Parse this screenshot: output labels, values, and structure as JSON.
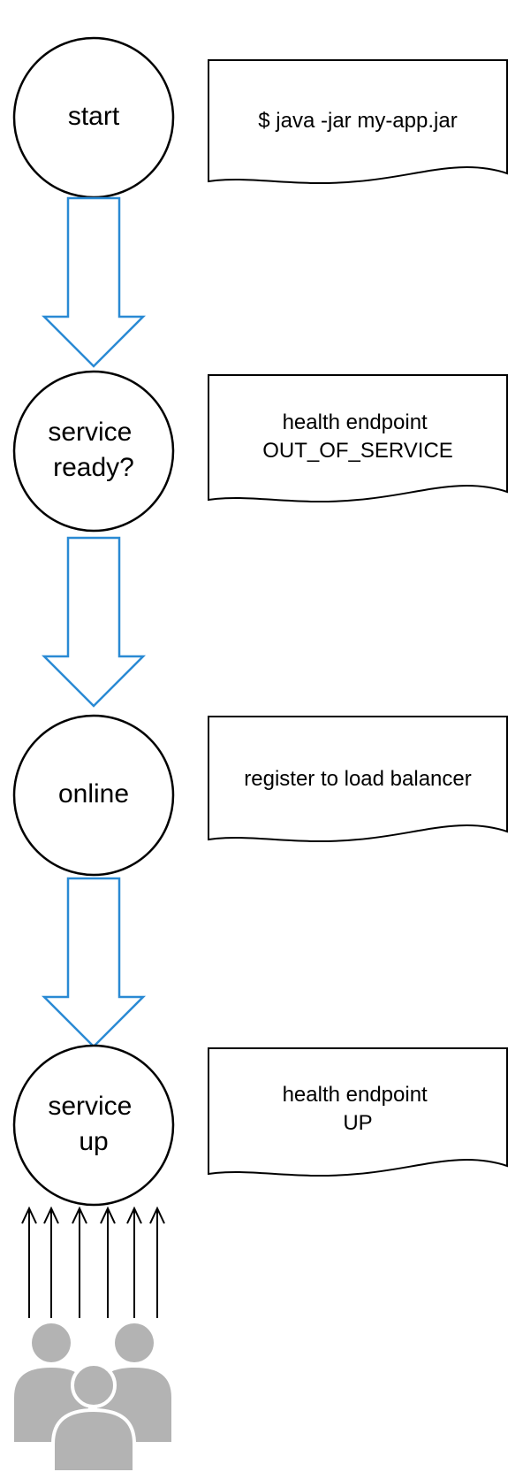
{
  "steps": [
    {
      "label_lines": [
        "start"
      ],
      "note_lines": [
        "$ java -jar my-app.jar"
      ]
    },
    {
      "label_lines": [
        "service",
        "ready?"
      ],
      "note_lines": [
        "health endpoint",
        "OUT_OF_SERVICE"
      ]
    },
    {
      "label_lines": [
        "online"
      ],
      "note_lines": [
        "register to load balancer"
      ]
    },
    {
      "label_lines": [
        "service",
        "up"
      ],
      "note_lines": [
        "health endpoint",
        "UP"
      ]
    }
  ],
  "colors": {
    "flow_arrow": "#2a8ad4",
    "users_icon": "#b3b3b3",
    "outline": "#000000"
  },
  "icons": {
    "users": "users-group-icon",
    "request": "up-arrow-icon"
  },
  "request_arrow_count": 6
}
